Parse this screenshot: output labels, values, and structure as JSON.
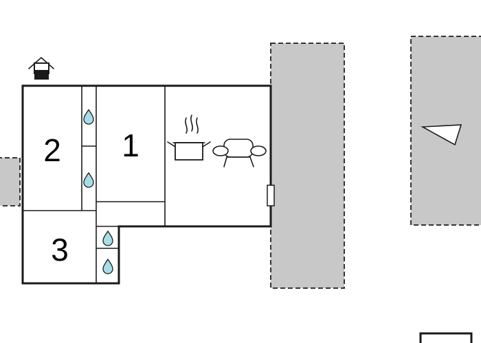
{
  "floorplan": {
    "rooms": [
      {
        "id": "room-1",
        "label": "1"
      },
      {
        "id": "room-2",
        "label": "2"
      },
      {
        "id": "room-3",
        "label": "3"
      }
    ],
    "icons": [
      "entrance-icon",
      "water-drop-icon",
      "cooking-pot-icon",
      "sofa-icon",
      "north-arrow-icon"
    ],
    "colors": {
      "wall": "#1a1a1a",
      "terrace": "#c8c8c8",
      "water": "#a8dde8",
      "background": "#ffffff"
    }
  }
}
